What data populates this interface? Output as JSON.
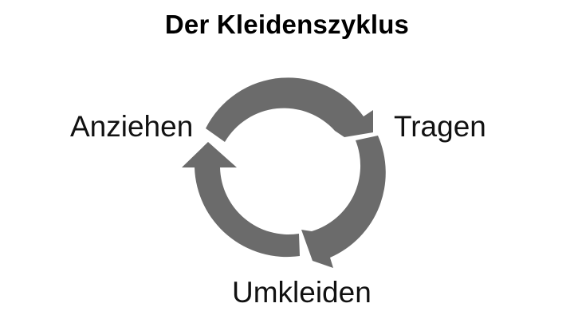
{
  "title": "Der Kleidenszyklus",
  "steps": [
    {
      "label": "Anziehen"
    },
    {
      "label": "Tragen"
    },
    {
      "label": "Umkleiden"
    }
  ],
  "colors": {
    "arrow": "#6b6b6b",
    "text": "#111111",
    "background": "#ffffff"
  }
}
